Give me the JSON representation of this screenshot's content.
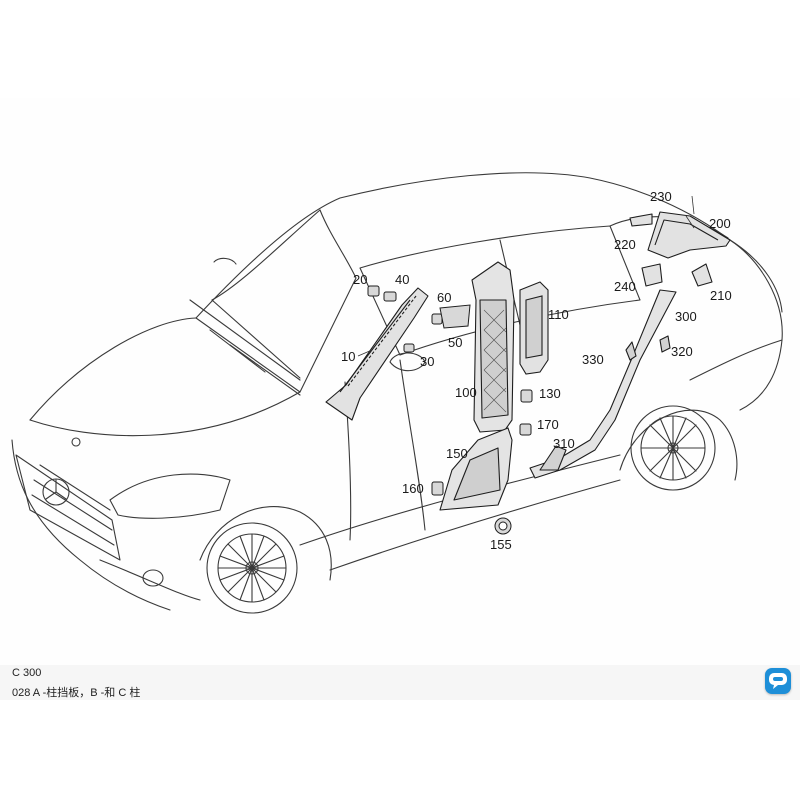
{
  "callouts": {
    "c10": "10",
    "c20": "20",
    "c30": "30",
    "c40": "40",
    "c50": "50",
    "c60": "60",
    "c100": "100",
    "c110": "110",
    "c130": "130",
    "c150": "150",
    "c155": "155",
    "c160": "160",
    "c170": "170",
    "c200": "200",
    "c210": "210",
    "c220": "220",
    "c230": "230",
    "c240": "240",
    "c300": "300",
    "c310": "310",
    "c320": "320",
    "c330": "330"
  },
  "caption": {
    "model": "C 300",
    "description": "028 A -柱挡板，B -和 C 柱"
  },
  "icons": {
    "chat": "chat-icon"
  },
  "colors": {
    "line": "#2a2a2a",
    "part_fill": "#e2e2e2",
    "accent": "#1e8fd8"
  }
}
